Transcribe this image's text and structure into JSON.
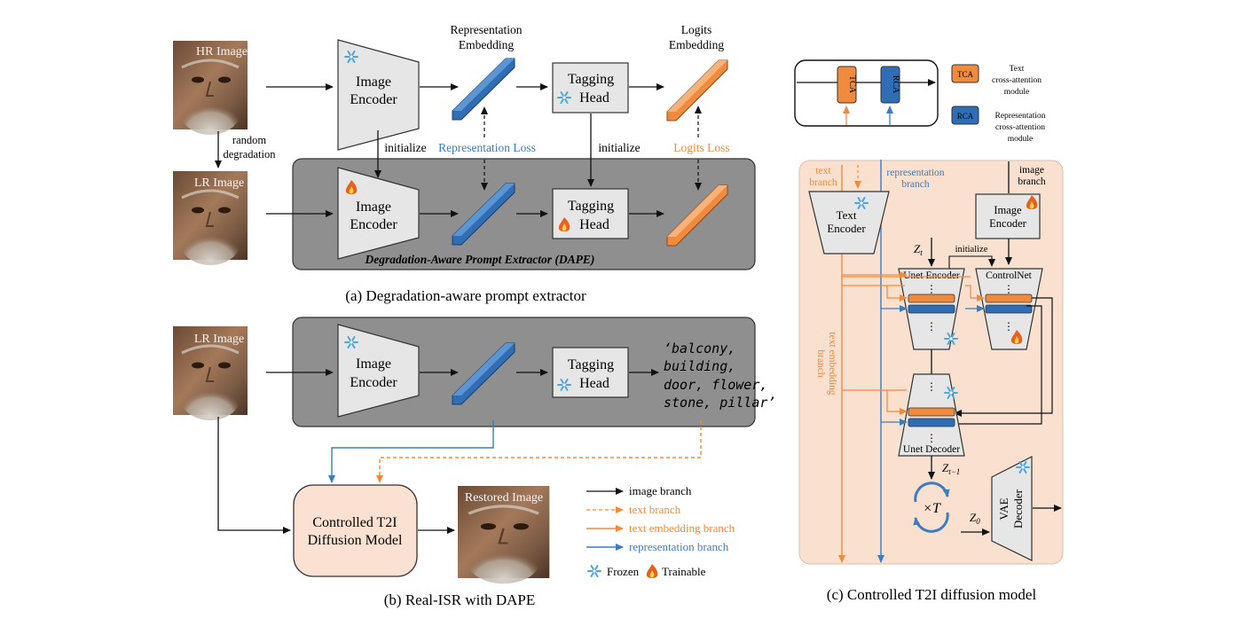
{
  "colors": {
    "orange": "#f08a3c",
    "blue": "#3a7dc0",
    "blue_fill": "#2f6db5",
    "gray_panel": "#8f8f8f",
    "peach_panel": "#fae0cf",
    "box_fill": "#e6e6e6",
    "controlled_fill": "#fbe1d1",
    "frozen_icon": "#4aa7e0",
    "fire_icon": "#e8611a"
  },
  "icons": {
    "frozen": "snowflake-icon",
    "trainable": "flame-icon"
  },
  "panel_a": {
    "hr_image": "HR Image",
    "lr_image": "LR Image",
    "random_degradation_1": "random",
    "random_degradation_2": "degradation",
    "image_encoder_1": "Image",
    "image_encoder_2": "Encoder",
    "representation_embedding_1": "Representation",
    "representation_embedding_2": "Embedding",
    "logits_embedding_1": "Logits",
    "logits_embedding_2": "Embedding",
    "tagging_1": "Tagging",
    "tagging_2": "Head",
    "initialize": "initialize",
    "representation_loss": "Representation Loss",
    "logits_loss": "Logits Loss",
    "dape_label": "Degradation-Aware Prompt Extractor (DAPE)",
    "caption": "(a) Degradation-aware prompt extractor"
  },
  "panel_b": {
    "lr_image": "LR Image",
    "image_encoder_1": "Image",
    "image_encoder_2": "Encoder",
    "tagging_1": "Tagging",
    "tagging_2": "Head",
    "tags": [
      "‘balcony,",
      "building,",
      "door, flower,",
      "stone, pillar’"
    ],
    "controlled_1": "Controlled T2I",
    "controlled_2": "Diffusion Model",
    "restored_image": "Restored Image",
    "caption": "(b) Real-ISR with DAPE"
  },
  "legend": {
    "image_branch": "image branch",
    "text_branch": "text branch",
    "text_embedding_branch": "text embedding branch",
    "representation_branch": "representation branch",
    "frozen": "Frozen",
    "trainable": "Trainable"
  },
  "panel_c": {
    "tca": "TCA",
    "rca": "RCA",
    "tca_desc_1": "Text",
    "tca_desc_2": "cross-attention",
    "tca_desc_3": "module",
    "rca_desc_1": "Representation",
    "rca_desc_2": "cross-attention",
    "rca_desc_3": "module",
    "text_branch_1": "text",
    "text_branch_2": "branch",
    "representation_branch_1": "representation",
    "representation_branch_2": "branch",
    "image_branch_1": "image",
    "image_branch_2": "branch",
    "text_encoder_1": "Text",
    "text_encoder_2": "Encoder",
    "image_encoder_1": "Image",
    "image_encoder_2": "Encoder",
    "zt": "Z",
    "zt_sub": "t",
    "initialize": "initialize",
    "unet_encoder": "Unet Encoder",
    "controlnet": "ControlNet",
    "text_embedding_branch_1": "text embedding",
    "text_embedding_branch_2": "branch",
    "unet_decoder": "Unet Decoder",
    "zt1": "Z",
    "zt1_sub": "t−1",
    "times_t": "×T",
    "z0": "Z",
    "z0_sub": "0",
    "vae_1": "VAE",
    "vae_2": "Decoder",
    "caption": "(c) Controlled T2I diffusion model"
  }
}
